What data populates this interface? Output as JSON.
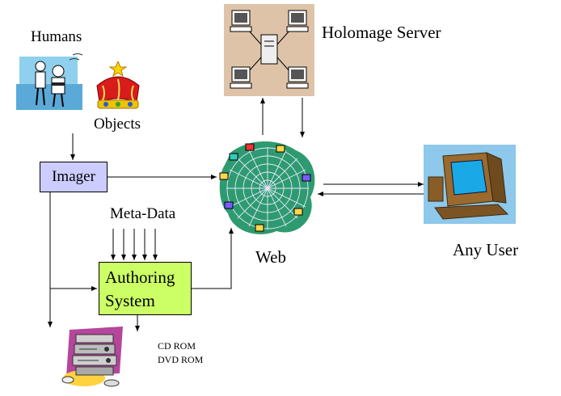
{
  "labels": {
    "humans": "Humans",
    "objects": "Objects",
    "imager": "Imager",
    "metadata": "Meta-Data",
    "authoring_line1": "Authoring",
    "authoring_line2": "System",
    "web": "Web",
    "holomage_server": "Holomage Server",
    "any_user": "Any User",
    "cd_rom": "CD ROM",
    "dvd_rom": "DVD ROM"
  },
  "colors": {
    "imager_fill": "#ccccff",
    "authoring_fill": "#ccff66",
    "server_panel": "#dfc3a8",
    "user_panel": "#8ec8ea",
    "web_green": "#2e9a70"
  },
  "icons": {
    "humans": "beach-people-clipart",
    "objects": "crown-clipart",
    "server": "network-server-clipart",
    "web": "spider-web-clipart",
    "user": "computer-clipart",
    "media": "stereo-equipment-clipart"
  }
}
